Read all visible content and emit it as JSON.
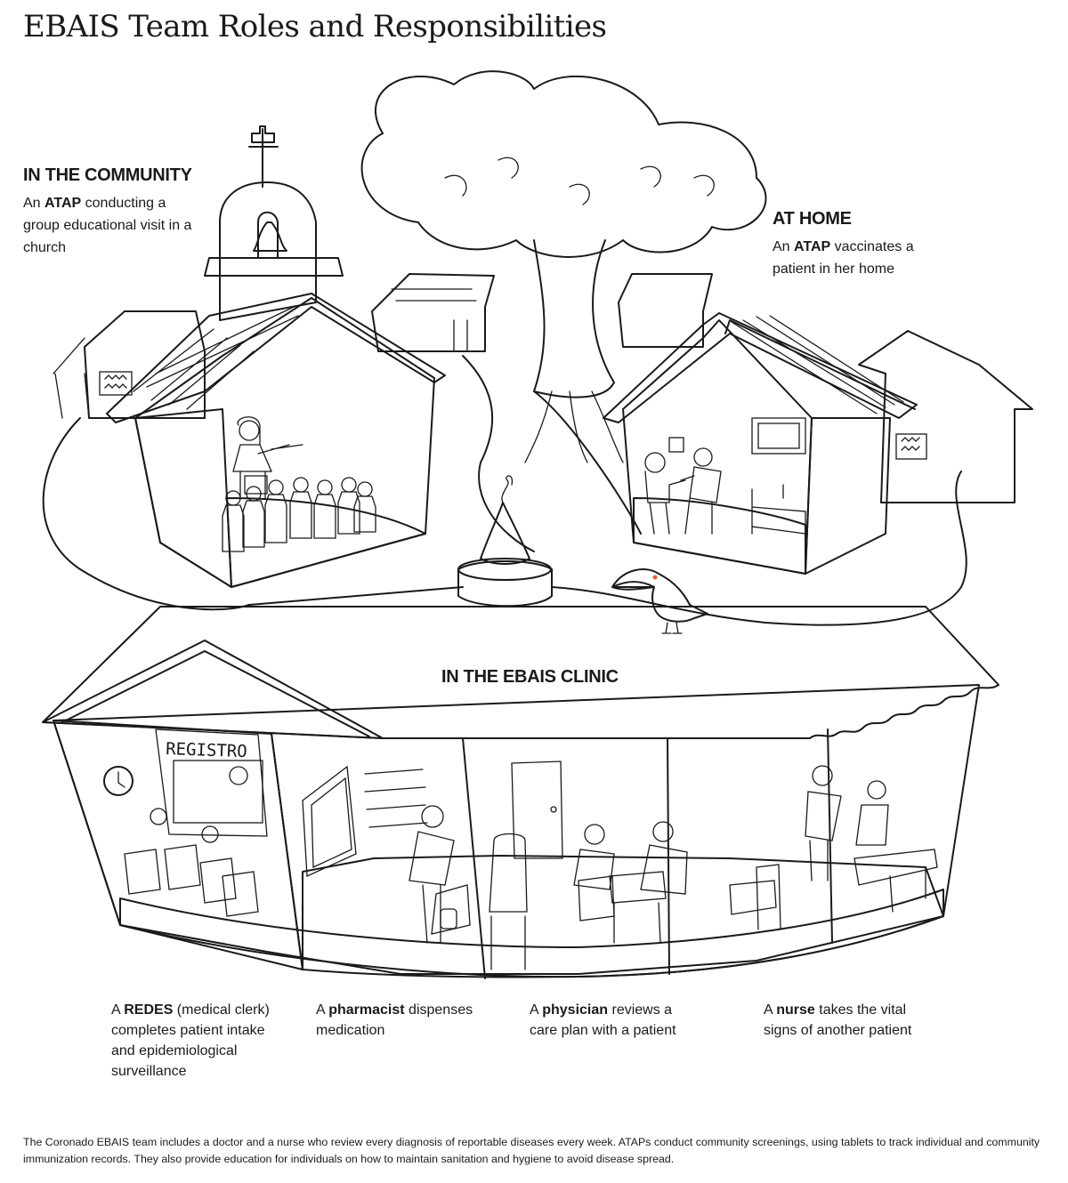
{
  "title": "EBAIS Team Roles and Responsibilities",
  "community": {
    "heading": "IN THE COMMUNITY",
    "pre": "An ",
    "bold": "ATAP",
    "post": " conducting a group educational visit in a church"
  },
  "home": {
    "heading": "AT HOME",
    "pre": "An ",
    "bold": "ATAP",
    "post": " vaccinates a patient in her home"
  },
  "clinic": {
    "heading": "IN THE EBAIS CLINIC",
    "sign": "REGISTRO"
  },
  "roles": [
    {
      "pre": "A ",
      "bold": "REDES",
      "post": " (medical clerk) completes patient intake and epidemiological surveillance"
    },
    {
      "pre": "A ",
      "bold": "pharmacist",
      "post": " dispenses medication"
    },
    {
      "pre": "A ",
      "bold": "physician",
      "post": " reviews a care plan with a patient"
    },
    {
      "pre": "A ",
      "bold": "nurse",
      "post": " takes the vital signs of another patient"
    }
  ],
  "footnote": "The Coronado EBAIS team includes a doctor and a nurse who review every diagnosis of reportable diseases every week. ATAPs conduct community screenings, using tablets to track individual and community immunization records. They also provide education for individuals on how to maintain sanitation and hygiene to avoid disease spread.",
  "colors": {
    "church_wall": "#f5ead2",
    "church_roof": "#e2c48e",
    "home_wall": "#f6c1a6",
    "home_floor": "#f4a27d",
    "clinic_roof": "#d8ecf8",
    "clinic_floor": "#bfe3f5"
  }
}
